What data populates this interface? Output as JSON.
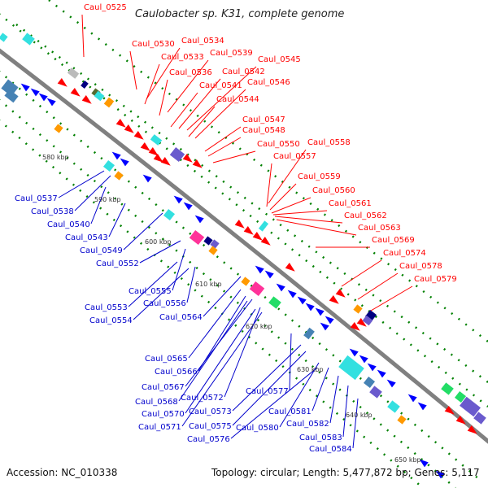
{
  "title": "Caulobacter sp. K31, complete genome",
  "accession": "Accession: NC_010338",
  "summary": "Topology: circular; Length: 5,477,872 bp; Genes: 5,117",
  "colors": {
    "forward_label": "#ff0000",
    "reverse_label": "#0000cc",
    "backbone": "#808080",
    "tick": "#008000",
    "scale_text": "#333333"
  },
  "scale_marks": [
    "580 kbp",
    "590 kbp",
    "600 kbp",
    "610 kbp",
    "620 kbp",
    "630 kbp",
    "640 kbp",
    "650 kbp"
  ],
  "forward_labels": [
    "Caul_0525",
    "Caul_0530",
    "Caul_0534",
    "Caul_0533",
    "Caul_0539",
    "Caul_0536",
    "Caul_0545",
    "Caul_0542",
    "Caul_0541",
    "Caul_0546",
    "Caul_0544",
    "Caul_0547",
    "Caul_0548",
    "Caul_0550",
    "Caul_0558",
    "Caul_0557",
    "Caul_0559",
    "Caul_0560",
    "Caul_0561",
    "Caul_0562",
    "Caul_0563",
    "Caul_0569",
    "Caul_0574",
    "Caul_0578",
    "Caul_0579"
  ],
  "reverse_labels": [
    "Caul_0537",
    "Caul_0538",
    "Caul_0540",
    "Caul_0543",
    "Caul_0549",
    "Caul_0552",
    "Caul_0555",
    "Caul_0553",
    "Caul_0556",
    "Caul_0554",
    "Caul_0564",
    "Caul_0565",
    "Caul_0566",
    "Caul_0567",
    "Caul_0572",
    "Caul_0577",
    "Caul_0568",
    "Caul_0570",
    "Caul_0573",
    "Caul_0571",
    "Caul_0575",
    "Caul_0580",
    "Caul_0581",
    "Caul_0576",
    "Caul_0582",
    "Caul_0583",
    "Caul_0584"
  ]
}
